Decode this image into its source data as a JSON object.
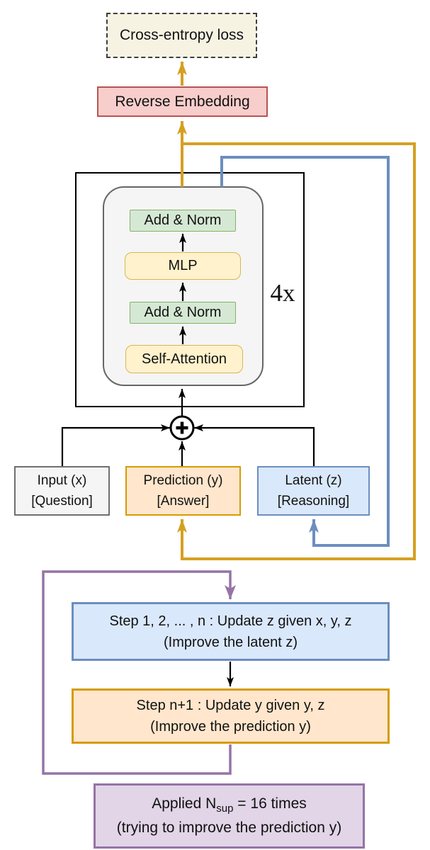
{
  "loss_box": {
    "label": "Cross-entropy loss"
  },
  "reverse_embedding": {
    "label": "Reverse Embedding"
  },
  "transformer": {
    "repeat": "4x",
    "add_norm_top": "Add & Norm",
    "mlp": "MLP",
    "add_norm_bottom": "Add & Norm",
    "self_attention": "Self-Attention"
  },
  "state_row": {
    "input": {
      "line1": "Input (x)",
      "line2": "[Question]"
    },
    "prediction": {
      "line1": "Prediction (y)",
      "line2": "[Answer]"
    },
    "latent": {
      "line1": "Latent (z)",
      "line2": "[Reasoning]"
    }
  },
  "loop": {
    "step_z": {
      "line1": "Step 1, 2, ... , n : Update z given x, y, z",
      "line2": "(Improve the latent z)"
    },
    "step_y": {
      "line1": "Step n+1 : Update y given y, z",
      "line2": "(Improve the prediction y)"
    },
    "applied": {
      "prefix": "Applied N",
      "sub": "sup",
      "suffix": " = 16 times",
      "line2": "(trying to improve the prediction y)"
    }
  },
  "colors": {
    "prediction_flow": "#d5a021",
    "latent_flow": "#6c8ebf",
    "supervision_loop": "#9673a6",
    "loss_fill": "#f6f3e3",
    "embedding_fill": "#f8cecc",
    "embedding_border": "#b85450",
    "norm_fill": "#d5e8d4",
    "norm_border": "#82b366",
    "mlp_fill": "#fff2cc",
    "mlp_border": "#d6b656",
    "prediction_fill": "#ffe6cc",
    "prediction_border": "#d79b00",
    "latent_fill": "#dae8fc",
    "input_fill": "#f5f5f5",
    "loop_fill": "#e1d5e7"
  }
}
